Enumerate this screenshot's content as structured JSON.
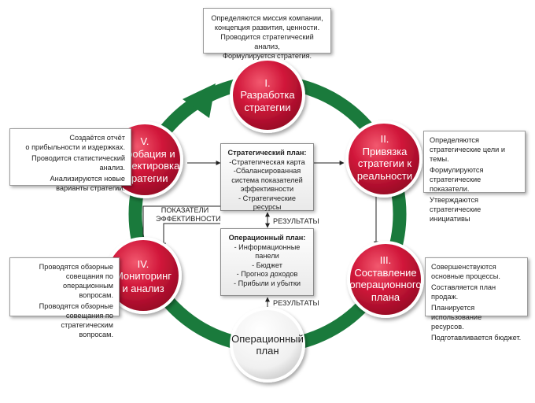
{
  "diagram": {
    "stages": [
      {
        "num": "I.",
        "lines": [
          "Разработка",
          "стратегии"
        ]
      },
      {
        "num": "II.",
        "lines": [
          "Привязка",
          "стратегии к",
          "реальности"
        ]
      },
      {
        "num": "III.",
        "lines": [
          "Составление",
          "операционного",
          "плана"
        ]
      },
      {
        "num": "IV.",
        "lines": [
          "Мониторинг",
          "и анализ"
        ]
      },
      {
        "num": "V.",
        "lines": [
          "Апробация и",
          "корректировка",
          "стратегии"
        ]
      }
    ],
    "operational_node": {
      "lines": [
        "Операционный",
        "план"
      ]
    },
    "notes": {
      "top": [
        "Определяются миссия компании,",
        "концепция развития, ценности.",
        "Проводится стратегический анализ,",
        "Формулируется стратегия."
      ],
      "right_upper": [
        "Определяются",
        "стратегические цели и темы.",
        "Формулируются",
        "стратегические показатели.",
        "Утверждаются",
        "стратегические инициативы"
      ],
      "right_lower": [
        "Совершенствуются",
        "основные процессы.",
        "Составляется план продаж.",
        "Планируется использование",
        "ресурсов.",
        "Подготавливается бюджет."
      ],
      "left_upper": [
        "Создаётся отчёт",
        "о прибыльности и издержках.",
        "Проводится статистический",
        "анализ.",
        "Анализируются новые",
        "варианты стратегии."
      ],
      "left_lower": [
        "Проводятся обзорные",
        "совещания по операционным",
        "вопросам.",
        "Проводятся обзорные",
        "совещания по стратегическим",
        "вопросам."
      ]
    },
    "strategic_plan": {
      "title": "Стратегический план:",
      "items": [
        "-Стратегическая карта",
        "-Сбалансированная",
        "система показателей",
        "эффективности",
        "- Стратегические ресурсы"
      ]
    },
    "operational_plan": {
      "title": "Операционный план:",
      "items": [
        "- Информационные панели",
        "- Бюджет",
        "- Прогноз доходов",
        "- Прибыли и убытки"
      ]
    },
    "labels": {
      "results_1": "РЕЗУЛЬТАТЫ",
      "results_2": "РЕЗУЛЬТАТЫ",
      "performance": [
        "ПОКАЗАТЕЛИ",
        "ЭФФЕКТИВНОСТИ"
      ]
    },
    "colors": {
      "ring": "#1a7a3c",
      "ring_dark": "#0f5a2a",
      "node_red": "#d1173a",
      "node_red_dark": "#8e0a22",
      "node_border": "#ffffff"
    }
  }
}
